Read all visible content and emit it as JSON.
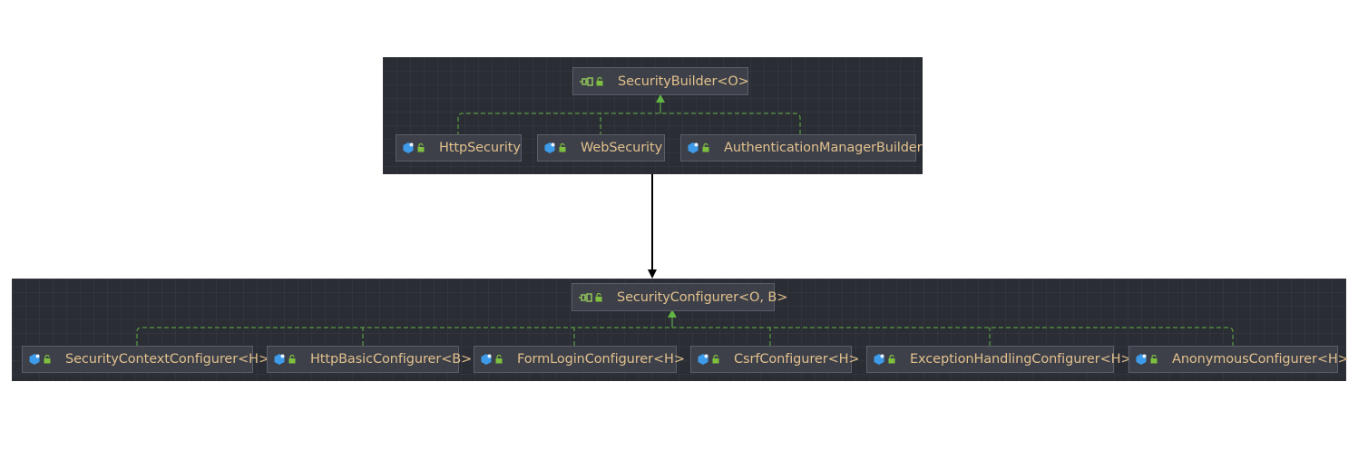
{
  "builder_group": {
    "interface": {
      "name": "SecurityBuilder<O>",
      "icon": "interface-icon",
      "badge": "lock-icon"
    },
    "implementations": [
      {
        "name": "HttpSecurity",
        "icon": "class-icon",
        "badge": "lock-icon"
      },
      {
        "name": "WebSecurity",
        "icon": "class-icon",
        "badge": "lock-icon"
      },
      {
        "name": "AuthenticationManagerBuilder",
        "icon": "class-icon",
        "badge": "lock-icon"
      }
    ]
  },
  "configurer_group": {
    "interface": {
      "name": "SecurityConfigurer<O, B>",
      "icon": "interface-icon",
      "badge": "lock-icon"
    },
    "implementations": [
      {
        "name": "SecurityContextConfigurer<H>",
        "icon": "class-icon",
        "badge": "lock-icon"
      },
      {
        "name": "HttpBasicConfigurer<B>",
        "icon": "class-icon",
        "badge": "lock-icon"
      },
      {
        "name": "FormLoginConfigurer<H>",
        "icon": "class-icon",
        "badge": "lock-icon"
      },
      {
        "name": "CsrfConfigurer<H>",
        "icon": "class-icon",
        "badge": "lock-icon"
      },
      {
        "name": "ExceptionHandlingConfigurer<H>",
        "icon": "class-icon",
        "badge": "lock-icon"
      },
      {
        "name": "AnonymousConfigurer<H>",
        "icon": "class-icon",
        "badge": "lock-icon"
      }
    ]
  },
  "colors": {
    "panel": "#2b2d35",
    "node_fill": "#3d4049",
    "node_text": "#e2c08d",
    "dashed_edge": "#62b543",
    "solid_edge": "#5ea44e",
    "class_icon": "#3d9be9",
    "connector": "#000000"
  }
}
